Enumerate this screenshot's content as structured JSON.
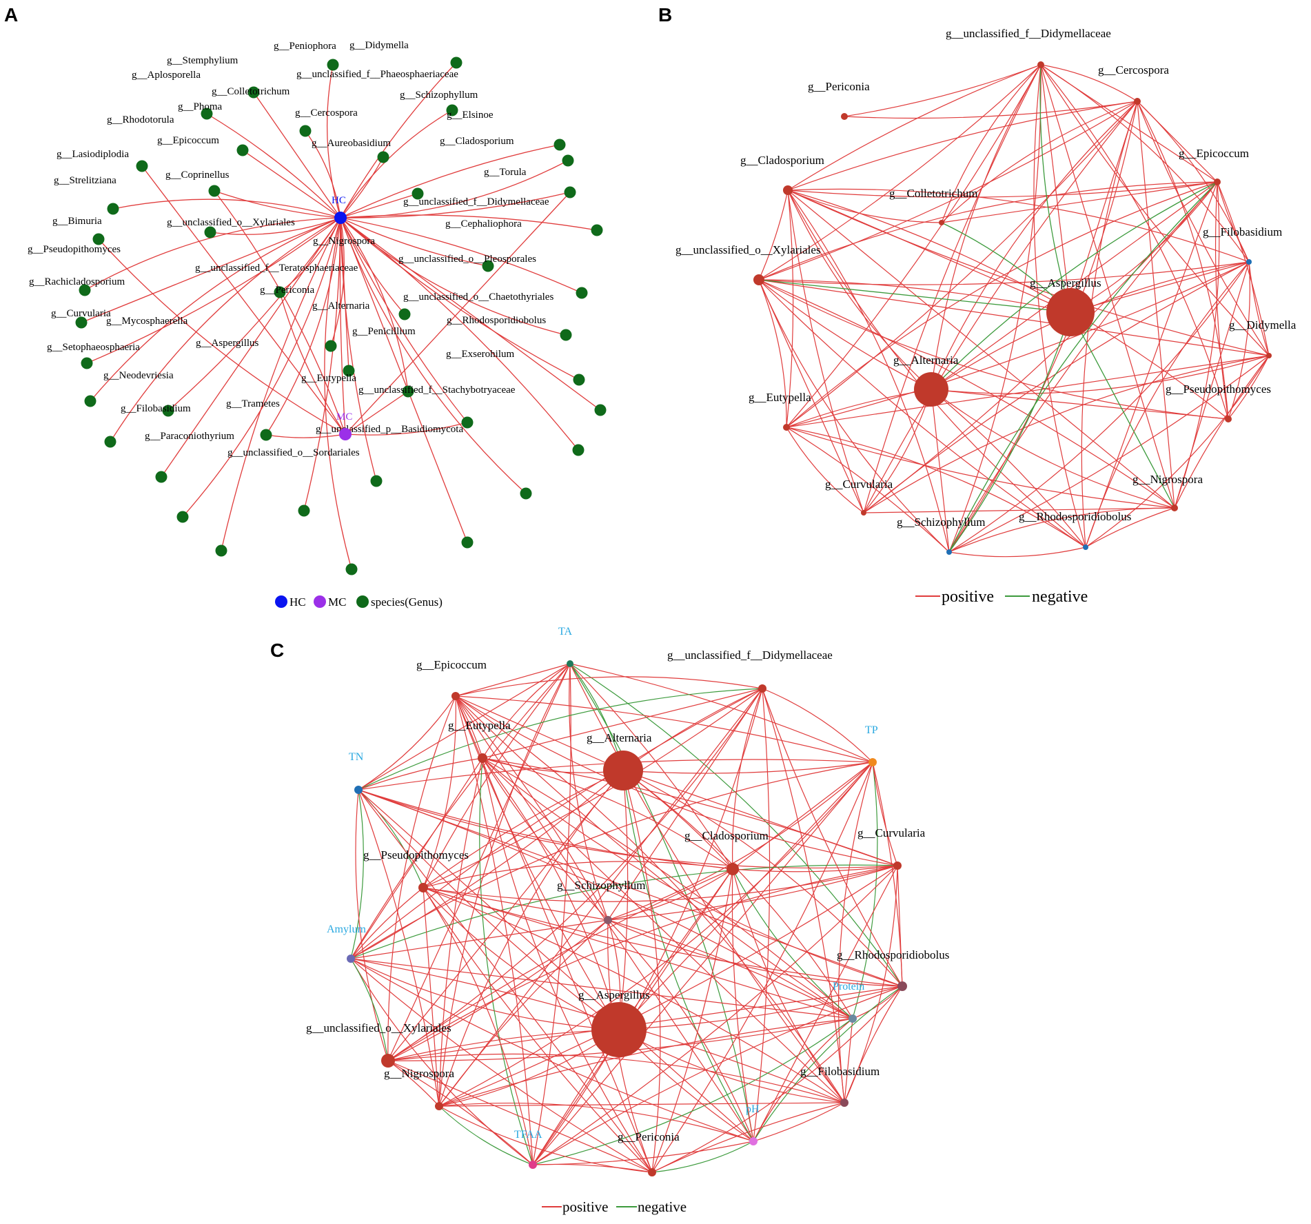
{
  "panels": {
    "a": {
      "label": "A",
      "hubs": {
        "hc": "HC",
        "mc": "MC"
      },
      "nodes": [
        "g__Peniophora",
        "g__Didymella",
        "g__Stemphylium",
        "g__Aplosporella",
        "g__Colletotrichum",
        "g__unclassified_f__Phaeosphaeriaceae",
        "g__Schizophyllum",
        "g__Phoma",
        "g__Cercospora",
        "g__Elsinoe",
        "g__Rhodotorula",
        "g__Epicoccum",
        "g__Aureobasidium",
        "g__Cladosporium",
        "g__Lasiodiplodia",
        "g__Coprinellus",
        "g__Torula",
        "g__Strelitziana",
        "g__unclassified_f__Didymellaceae",
        "g__Bimuria",
        "g__unclassified_o__Xylariales",
        "g__Cephaliophora",
        "g__Pseudopithomyces",
        "g__Nigrospora",
        "g__unclassified_o__Pleosporales",
        "g__unclassified_f__Teratosphaeriaceae",
        "g__Rachicladosporium",
        "g__Periconia",
        "g__unclassified_o__Chaetothyriales",
        "g__Curvularia",
        "g__Alternaria",
        "g__Mycosphaerella",
        "g__Rhodosporidiobolus",
        "g__Penicillium",
        "g__Setophaeosphaeria",
        "g__Aspergillus",
        "g__Exserohilum",
        "g__Neodevriesia",
        "g__Eutypella",
        "g__unclassified_f__Stachybotryaceae",
        "g__Filobasidium",
        "g__Trametes",
        "g__unclassified_p__Basidiomycota",
        "g__Paraconiothyrium",
        "g__unclassified_o__Sordariales"
      ],
      "legend": [
        {
          "label": "HC",
          "color": "#0a14f0"
        },
        {
          "label": "MC",
          "color": "#9b30e8"
        },
        {
          "label": "species(Genus)",
          "color": "#0f6a1a"
        }
      ]
    },
    "b": {
      "label": "B",
      "nodes": [
        "g__unclassified_f__Didymellaceae",
        "g__Cercospora",
        "g__Periconia",
        "g__Epicoccum",
        "g__Cladosporium",
        "g__Colletotrichum",
        "g__Filobasidium",
        "g__unclassified_o__Xylariales",
        "g__Aspergillus",
        "g__Didymella",
        "g__Alternaria",
        "g__Pseudopithomyces",
        "g__Eutypella",
        "g__Nigrospora",
        "g__Curvularia",
        "g__Rhodosporidiobolus",
        "g__Schizophyllum"
      ],
      "legend": [
        {
          "label": "positive",
          "color": "#e03c3c"
        },
        {
          "label": "negative",
          "color": "#3c9a3c"
        }
      ]
    },
    "c": {
      "label": "C",
      "env_nodes": [
        "TA",
        "TP",
        "TN",
        "Amylum",
        "Protein",
        "pH",
        "TFAA"
      ],
      "nodes": [
        "g__Epicoccum",
        "g__unclassified_f__Didymellaceae",
        "g__Eutypella",
        "g__Alternaria",
        "g__Cladosporium",
        "g__Curvularia",
        "g__Pseudopithomyces",
        "g__Schizophyllum",
        "g__Rhodosporidiobolus",
        "g__Aspergillus",
        "g__unclassified_o__Xylariales",
        "g__Filobasidium",
        "g__Nigrospora",
        "g__Periconia"
      ],
      "legend": [
        {
          "label": "positive",
          "color": "#e03c3c"
        },
        {
          "label": "negative",
          "color": "#3c9a3c"
        }
      ]
    }
  },
  "colors": {
    "positive": "#e03c3c",
    "negative": "#3c9a3c",
    "node_red": "#c0392b",
    "node_green": "#0f6a1a",
    "hc": "#0a14f0",
    "mc": "#9b30e8",
    "env_label": "#29a8e0"
  }
}
